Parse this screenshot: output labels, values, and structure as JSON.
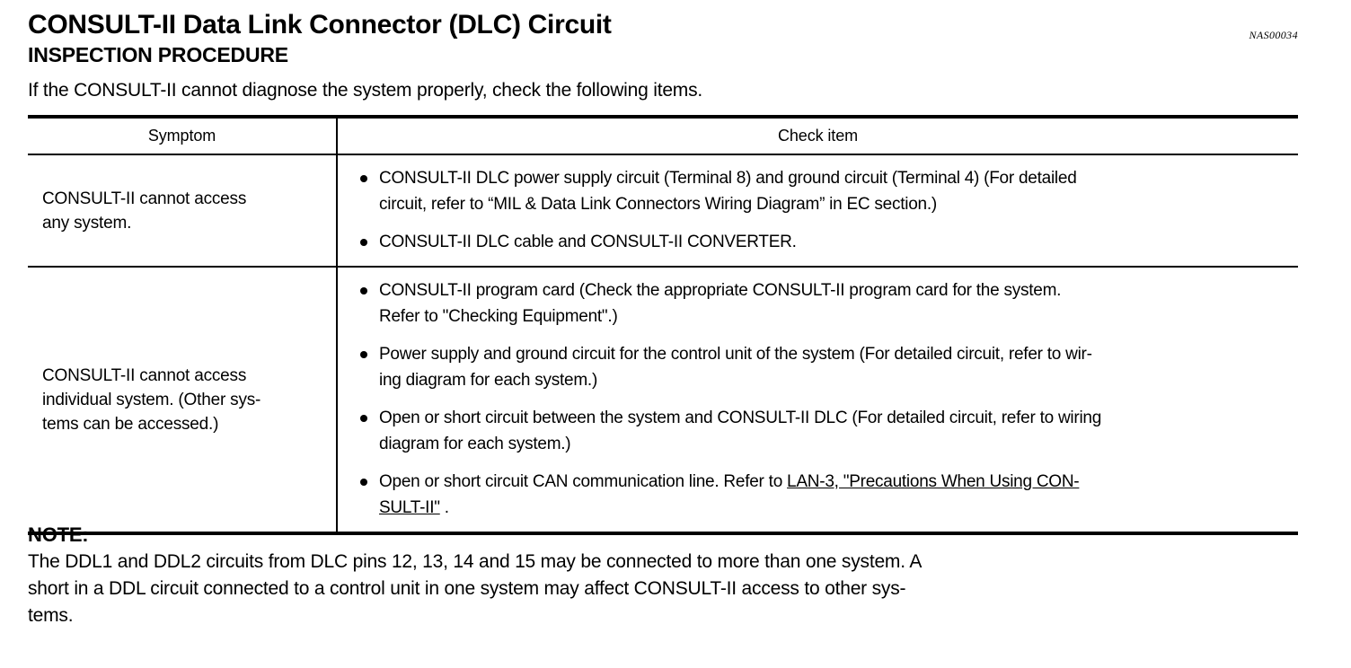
{
  "header": {
    "title": "CONSULT-II Data Link Connector (DLC) Circuit",
    "subtitle": "INSPECTION PROCEDURE",
    "reference_code": "NAS00034",
    "lead_text": "If the CONSULT-II cannot diagnose the system properly, check the following items."
  },
  "table": {
    "columns": {
      "symptom": "Symptom",
      "check_item": "Check item"
    },
    "rows": [
      {
        "symptom_lines": [
          "CONSULT-II cannot access",
          "any system."
        ],
        "check_items": [
          {
            "lines": [
              "CONSULT-II DLC power supply circuit (Terminal 8) and ground circuit (Terminal 4) (For detailed",
              "circuit, refer to “MIL & Data Link Connectors Wiring Diagram” in EC section.)"
            ]
          },
          {
            "lines": [
              "CONSULT-II DLC cable and CONSULT-II CONVERTER."
            ]
          }
        ]
      },
      {
        "symptom_lines": [
          "CONSULT-II cannot access",
          "individual system. (Other sys-",
          "tems can be accessed.)"
        ],
        "check_items": [
          {
            "lines": [
              "CONSULT-II program card (Check the appropriate CONSULT-II program card for the system.",
              "Refer to \"Checking Equipment\".)"
            ]
          },
          {
            "lines": [
              "Power supply and ground circuit for the control unit of the system (For detailed circuit, refer to wir-",
              "ing diagram for each system.)"
            ]
          },
          {
            "lines": [
              "Open or short circuit between the system and CONSULT-II DLC (For detailed circuit, refer to wiring",
              "diagram for each system.)"
            ]
          },
          {
            "lead": "Open or short circuit CAN communication line. Refer to ",
            "link_part1": "LAN-3, \"Precautions When Using CON-",
            "link_part2": "SULT-II\"",
            "tail": " ."
          }
        ]
      }
    ]
  },
  "note": {
    "title": "NOTE:",
    "lines": [
      "The DDL1 and DDL2 circuits from DLC pins 12, 13, 14 and 15 may be connected to more than one system. A",
      "short in a DDL circuit connected to a control unit in one system may affect CONSULT-II access to other sys-",
      "tems."
    ]
  }
}
